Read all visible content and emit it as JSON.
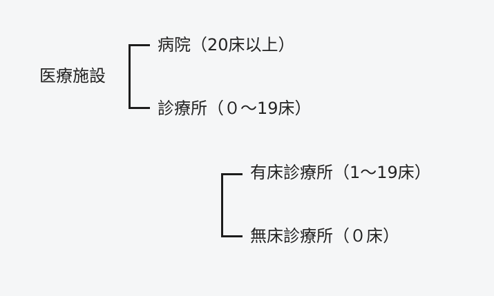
{
  "root": {
    "label": "医療施設"
  },
  "branches": [
    {
      "label": "病院（20床以上）"
    },
    {
      "label": "診療所（０～19床）"
    }
  ],
  "sub_branches": [
    {
      "label": "有床診療所（1～19床）"
    },
    {
      "label": "無床診療所（０床）"
    }
  ]
}
